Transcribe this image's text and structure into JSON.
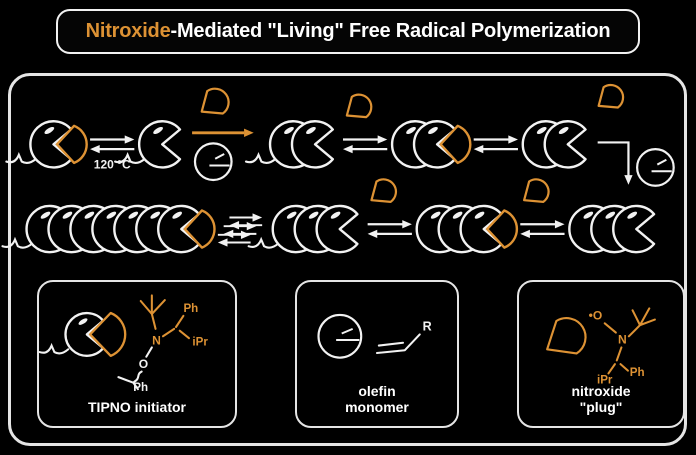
{
  "title": {
    "highlight": "Nitroxide",
    "rest": "-Mediated \"Living\" Free Radical Polymerization"
  },
  "colors": {
    "orange": "#dd9234",
    "white": "#f2f2f2",
    "background": "#000000",
    "border": "#e5e5e5"
  },
  "scheme": {
    "rows": [
      {
        "items": [
          {
            "type": "chain",
            "n": 1,
            "state": "capped",
            "tail": true
          },
          {
            "type": "eq",
            "label": "120 °C"
          },
          {
            "type": "chain",
            "n": 1,
            "state": "open",
            "tail": true
          },
          {
            "type": "monomer_addition"
          },
          {
            "type": "chain",
            "n": 2,
            "state": "open",
            "tail": true
          },
          {
            "type": "eq",
            "wedge": "above"
          },
          {
            "type": "chain",
            "n": 2,
            "state": "capped"
          },
          {
            "type": "eq"
          },
          {
            "type": "chain",
            "n": 2,
            "state": "open",
            "wedge": "above-right"
          },
          {
            "type": "elbow_monomer"
          }
        ]
      },
      {
        "items": [
          {
            "type": "chain",
            "n": 7,
            "state": "capped",
            "tail": true
          },
          {
            "type": "multi_eq"
          },
          {
            "type": "chain",
            "n": 3,
            "state": "open",
            "tail": true
          },
          {
            "type": "eq",
            "wedge": "above"
          },
          {
            "type": "chain",
            "n": 3,
            "state": "capped"
          },
          {
            "type": "eq",
            "wedge": "above"
          },
          {
            "type": "chain",
            "n": 3,
            "state": "open"
          }
        ]
      }
    ]
  },
  "legend": {
    "boxes": [
      {
        "id": "initiator",
        "label": "TIPNO initiator",
        "atoms": {
          "n": "N",
          "o": "O",
          "ph_top": "Ph",
          "ipr": "iPr",
          "ph_bottom": "Ph"
        }
      },
      {
        "id": "monomer",
        "label_lines": [
          "olefin",
          "monomer"
        ],
        "atoms": {
          "r": "R"
        }
      },
      {
        "id": "plug",
        "label_lines": [
          "nitroxide",
          "\"plug\""
        ],
        "atoms": {
          "o_radical": "•O",
          "n": "N",
          "ipr": "iPr",
          "ph": "Ph"
        }
      }
    ]
  }
}
